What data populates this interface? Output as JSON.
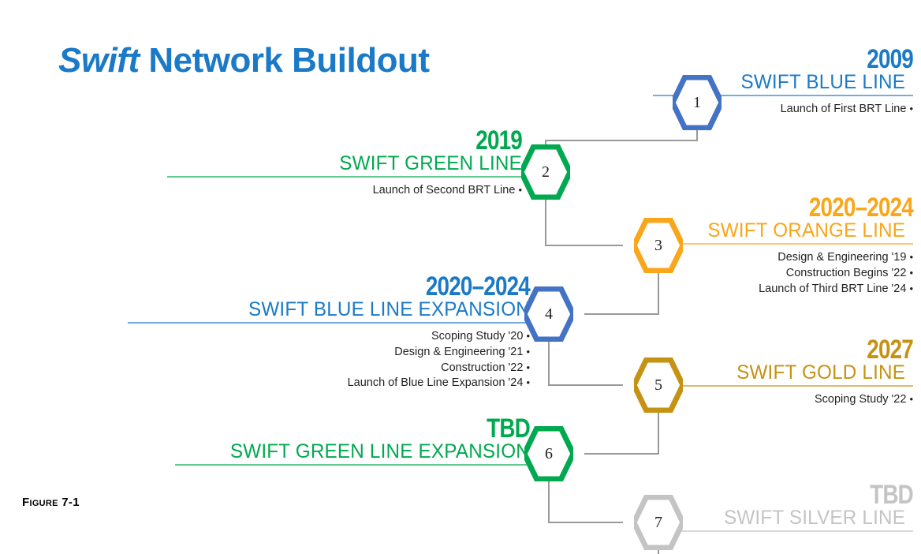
{
  "title": {
    "emphasis": "Swift",
    "rest": " Network Buildout",
    "color": "#1b7ac7"
  },
  "figure": {
    "caption": "Figure 7-1"
  },
  "colors": {
    "blue_text": "#1b7ac7",
    "blue_hex": "#4472c4",
    "green": "#00a94f",
    "orange": "#faa61a",
    "gold": "#c69214",
    "silver": "#c4c4c4",
    "connector": "#999999",
    "body_text": "#231f20"
  },
  "timeline": [
    {
      "number": "1",
      "year": "2009",
      "name": "SWIFT BLUE LINE",
      "side": "right",
      "color_text": "#1b7ac7",
      "color_hex": "#4472c4",
      "bullets": [
        "Launch of First BRT Line"
      ]
    },
    {
      "number": "2",
      "year": "2019",
      "name": "SWIFT GREEN LINE",
      "side": "left",
      "color_text": "#00a94f",
      "color_hex": "#00a94f",
      "bullets": [
        "Launch of Second BRT Line"
      ]
    },
    {
      "number": "3",
      "year": "2020–2024",
      "name": "SWIFT ORANGE LINE",
      "side": "right",
      "color_text": "#faa61a",
      "color_hex": "#faa61a",
      "bullets": [
        "Design & Engineering '19",
        "Construction Begins '22",
        "Launch of Third BRT Line '24"
      ]
    },
    {
      "number": "4",
      "year": "2020–2024",
      "name": "SWIFT BLUE LINE EXPANSION",
      "side": "left",
      "color_text": "#1b7ac7",
      "color_hex": "#4472c4",
      "bullets": [
        "Scoping Study '20",
        "Design & Engineering '21",
        "Construction '22",
        "Launch of Blue Line Expansion '24"
      ]
    },
    {
      "number": "5",
      "year": "2027",
      "name": "SWIFT GOLD LINE",
      "side": "right",
      "color_text": "#c69214",
      "color_hex": "#c69214",
      "bullets": [
        "Scoping Study '22"
      ]
    },
    {
      "number": "6",
      "year": "TBD",
      "name": "SWIFT GREEN LINE EXPANSION",
      "side": "left",
      "color_text": "#00a94f",
      "color_hex": "#00a94f",
      "bullets": []
    },
    {
      "number": "7",
      "year": "TBD",
      "name": "SWIFT SILVER LINE",
      "side": "right",
      "color_text": "#c4c4c4",
      "color_hex": "#c4c4c4",
      "bullets": []
    }
  ]
}
